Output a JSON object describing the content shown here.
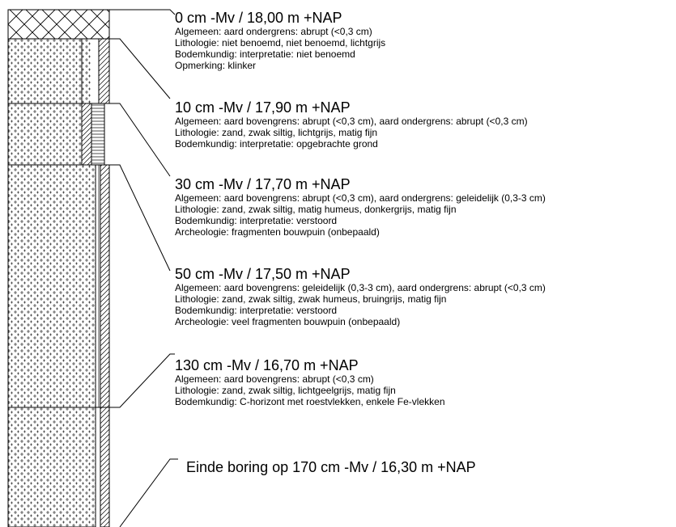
{
  "layers": [
    {
      "title": "0 cm -Mv / 18,00 m +NAP",
      "lines": [
        "Algemeen: aard ondergrens: abrupt (<0,3 cm)",
        "Lithologie: niet benoemd, niet benoemd, lichtgrijs",
        "Bodemkundig: interpretatie: niet benoemd",
        "Opmerking: klinker"
      ]
    },
    {
      "title": "10 cm -Mv / 17,90 m +NAP",
      "lines": [
        "Algemeen: aard bovengrens: abrupt (<0,3 cm), aard ondergrens: abrupt (<0,3 cm)",
        "Lithologie: zand, zwak siltig, lichtgrijs, matig fijn",
        "Bodemkundig: interpretatie: opgebrachte grond"
      ]
    },
    {
      "title": "30 cm -Mv / 17,70 m +NAP",
      "lines": [
        "Algemeen: aard bovengrens: abrupt (<0,3 cm), aard ondergrens: geleidelijk (0,3-3 cm)",
        "Lithologie: zand, zwak siltig, matig humeus, donkergrijs, matig fijn",
        "Bodemkundig: interpretatie: verstoord",
        "Archeologie: fragmenten bouwpuin (onbepaald)"
      ]
    },
    {
      "title": "50 cm -Mv / 17,50 m +NAP",
      "lines": [
        "Algemeen: aard bovengrens: geleidelijk (0,3-3 cm), aard ondergrens: abrupt (<0,3 cm)",
        "Lithologie: zand, zwak siltig, zwak humeus, bruingrijs, matig fijn",
        "Bodemkundig: interpretatie: verstoord",
        "Archeologie: veel fragmenten bouwpuin (onbepaald)"
      ]
    },
    {
      "title": "130 cm -Mv / 16,70 m +NAP",
      "lines": [
        "Algemeen: aard bovengrens: abrupt (<0,3 cm)",
        "Lithologie: zand, zwak siltig, lichtgeelgrijs, matig fijn",
        "Bodemkundig: C-horizont met roestvlekken, enkele Fe-vlekken"
      ]
    }
  ],
  "end_label": "Einde boring op 170 cm -Mv / 16,30 m +NAP",
  "colors": {
    "line": "#000000",
    "background": "#ffffff"
  }
}
